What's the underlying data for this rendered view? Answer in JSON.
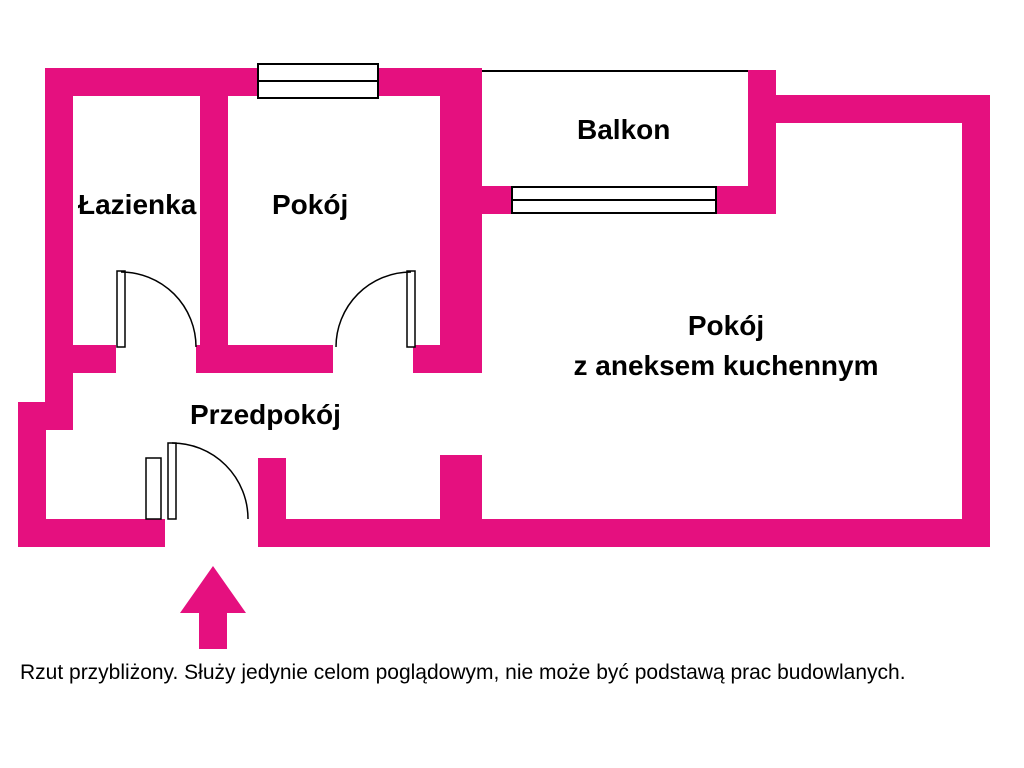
{
  "colors": {
    "wall": "#e5107f",
    "line": "#000000",
    "background": "#ffffff",
    "text": "#000000"
  },
  "rooms": {
    "bathroom": {
      "label": "Łazienka"
    },
    "room": {
      "label": "Pokój"
    },
    "balcony": {
      "label": "Balkon"
    },
    "living": {
      "line1": "Pokój",
      "line2": "z aneksem kuchennym"
    },
    "hall": {
      "label": "Przedpokój"
    }
  },
  "footer": {
    "disclaimer": "Rzut przybliżony. Służy jedynie celom poglądowym, nie może być podstawą prac budowlanych."
  }
}
